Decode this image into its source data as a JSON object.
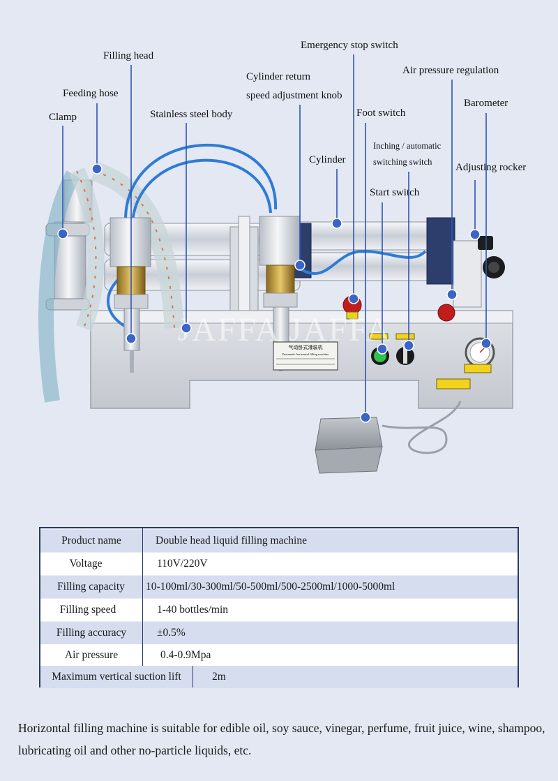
{
  "diagram": {
    "watermark": "JAFFA JAFFA",
    "plate_title": "气动卧式灌装机",
    "plate_subtitle": "Pneumatic horizontal filling machine",
    "callouts": {
      "filling_head": "Filling head",
      "feeding_hose": "Feeding hose",
      "clamp": "Clamp",
      "stainless_body": "Stainless steel body",
      "emergency_stop": "Emergency stop switch",
      "cylinder_return_1": "Cylinder return",
      "cylinder_return_2": "speed adjustment knob",
      "air_pressure_reg": "Air pressure regulation",
      "barometer": "Barometer",
      "foot_switch": "Foot switch",
      "inching_1": "Inching / automatic",
      "inching_2": "switching switch",
      "cylinder": "Cylinder",
      "adjusting_rocker": "Adjusting rocker",
      "start_switch": "Start switch"
    }
  },
  "spec_table": {
    "rows": [
      {
        "label": "Product name",
        "value": "Double head liquid filling machine"
      },
      {
        "label": "Voltage",
        "value": "110V/220V"
      },
      {
        "label": "Filling capacity",
        "value": "10-100ml/30-300ml/50-500ml/500-2500ml/1000-5000ml"
      },
      {
        "label": "Filling speed",
        "value": "1-40 bottles/min"
      },
      {
        "label": "Filling accuracy",
        "value": "±0.5%"
      },
      {
        "label": "Air pressure",
        "value": "0.4-0.9Mpa"
      },
      {
        "label": "Maximum vertical suction lift",
        "value": "2m"
      }
    ]
  },
  "footer": {
    "text": "Horizontal filling machine is suitable for edible oil, soy sauce, vinegar, perfume, fruit juice, wine, shampoo, lubricating oil and other no-particle liquids, etc."
  }
}
